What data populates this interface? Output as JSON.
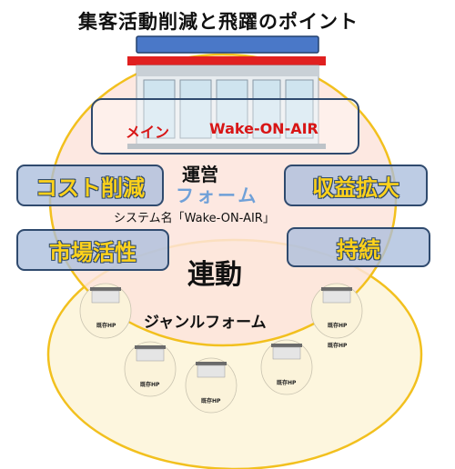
{
  "title": "集客活動削減と飛躍のポイント",
  "main_box": {
    "left_label": "メイン",
    "right_label": "Wake-ON-AIR"
  },
  "labels": {
    "operation": "運営",
    "platform": "フォーム",
    "system_name": "システム名「Wake-ON-AIR」",
    "linkage": "連動",
    "genre_platform": "ジャンルフォーム"
  },
  "boxes": {
    "cost_reduction": "コスト削減",
    "revenue_expansion": "収益拡大",
    "market_activation": "市場活性",
    "sustainability": "持続"
  },
  "mini_sites": [
    {
      "label": "既存HP"
    },
    {
      "label": "既存HP"
    },
    {
      "label": "既存HP"
    },
    {
      "label": "既存HP"
    },
    {
      "label": "既存HP"
    },
    {
      "label": "既存HP"
    }
  ],
  "colors": {
    "top_circle": "#fde4dc",
    "bottom_circle": "#fdf6de",
    "circle_stroke": "#f2c01e",
    "box_fill": "#aabedc",
    "box_text": "#ffd21a",
    "store_red": "#e02020",
    "store_blue": "#4a78c8"
  },
  "icons": [
    "storefront-icon",
    "mini-storefront-icon"
  ]
}
